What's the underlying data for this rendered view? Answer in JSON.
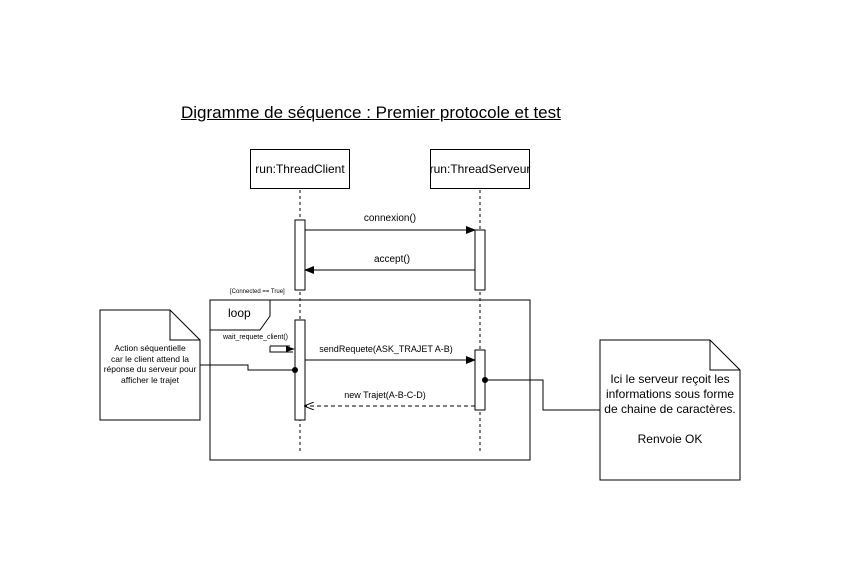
{
  "title": "Digramme de séquence : Premier protocole et test",
  "lifelines": {
    "client": "run:ThreadClient",
    "server": "run:ThreadServeur"
  },
  "messages": {
    "connexion": "connexion()",
    "accept": "accept()",
    "send_requete": "sendRequete(ASK_TRAJET A-B)",
    "new_trajet": "new Trajet(A-B-C-D)",
    "wait": "wait_requete_client()"
  },
  "loop": {
    "label": "loop",
    "guard": "[Connected == True]"
  },
  "notes": {
    "client_note": [
      "Action séquentielle",
      "car le client attend la",
      "réponse du serveur pour",
      "afficher le trajet"
    ],
    "server_note": [
      "Ici le serveur reçoit les",
      "informations sous forme",
      "de chaine de caractères.",
      "",
      "Renvoie OK"
    ]
  },
  "colors": {
    "stroke": "#000000",
    "fill": "#ffffff"
  }
}
